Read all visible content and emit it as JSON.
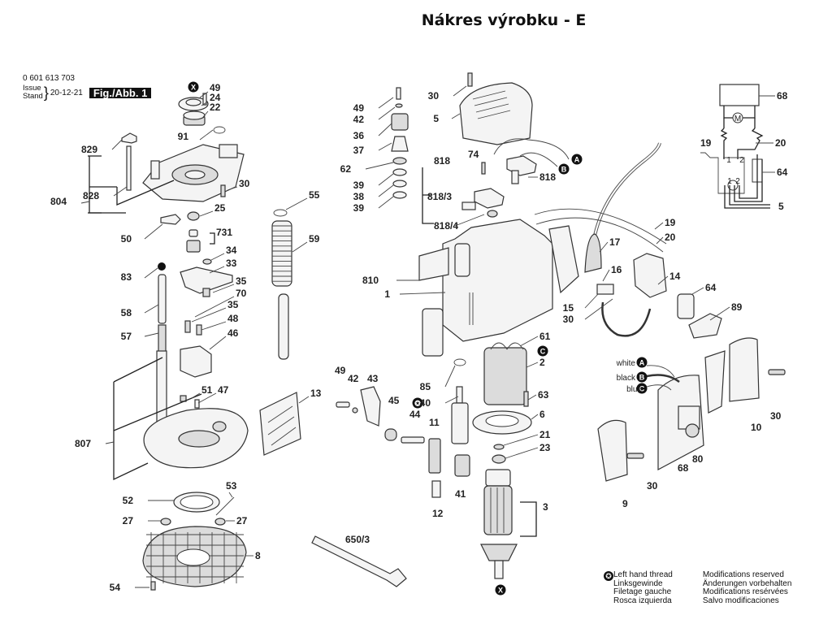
{
  "title": "Nákres výrobku - E",
  "header": {
    "part_number": "0 601 613 703",
    "issue_label": "Issue",
    "stand_label": "Stand",
    "date": "20-12-21",
    "figure": "Fig./Abb. 1"
  },
  "markers": {
    "x": "X",
    "a": "A",
    "b": "B",
    "c": "C",
    "star": "✪"
  },
  "wire_colors": {
    "white": "white",
    "black": "black",
    "blue": "blue"
  },
  "callouts": {
    "c49a": "49",
    "c24": "24",
    "c22": "22",
    "c91": "91",
    "c829": "829",
    "c804": "804",
    "c828": "828",
    "c30a": "30",
    "c25": "25",
    "c50": "50",
    "c731": "731",
    "c55": "55",
    "c59": "59",
    "c34": "34",
    "c33": "33",
    "c35a": "35",
    "c70": "70",
    "c35b": "35",
    "c48": "48",
    "c46": "46",
    "c83": "83",
    "c58": "58",
    "c57": "57",
    "c51": "51",
    "c47": "47",
    "c13": "13",
    "c807": "807",
    "c52": "52",
    "c53": "53",
    "c27a": "27",
    "c27b": "27",
    "c8": "8",
    "c54": "54",
    "c49b": "49",
    "c42a": "42",
    "c36": "36",
    "c37": "37",
    "c62": "62",
    "c39a": "39",
    "c38": "38",
    "c39b": "39",
    "c30b": "30",
    "c5": "5",
    "c818a": "818",
    "c74": "74",
    "c818b": "818",
    "c8183": "818/3",
    "c8184": "818/4",
    "c810": "810",
    "c1": "1",
    "c17": "17",
    "c19a": "19",
    "c20a": "20",
    "c16": "16",
    "c14": "14",
    "c64a": "64",
    "c15": "15",
    "c30c": "30",
    "c89": "89",
    "c61": "61",
    "c2": "2",
    "c63": "63",
    "c6": "6",
    "c21": "21",
    "c23": "23",
    "c85": "85",
    "c40": "40",
    "c49c": "49",
    "c42b": "42",
    "c43": "43",
    "c45": "45",
    "c44": "44",
    "c11": "11",
    "c41": "41",
    "c12": "12",
    "c3": "3",
    "c6503": "650/3",
    "c10": "10",
    "c30d": "30",
    "c30e": "30",
    "c68a": "68",
    "c80": "80",
    "c9": "9",
    "c68b": "68",
    "c19b": "19",
    "c20b": "20",
    "c64b": "64",
    "c5b": "5",
    "sw1": "1",
    "sw2": "2",
    "sw1b": "1",
    "sw2b": "2",
    "motor": "M"
  },
  "legend": {
    "thread": [
      "Left hand thread",
      "Linksgewinde",
      "Filetage gauche",
      "Rosca izquierda"
    ],
    "modifications": [
      "Modifications reserved",
      "Änderungen vorbehalten",
      "Modifications resérvées",
      "Salvo modificaciones"
    ]
  }
}
